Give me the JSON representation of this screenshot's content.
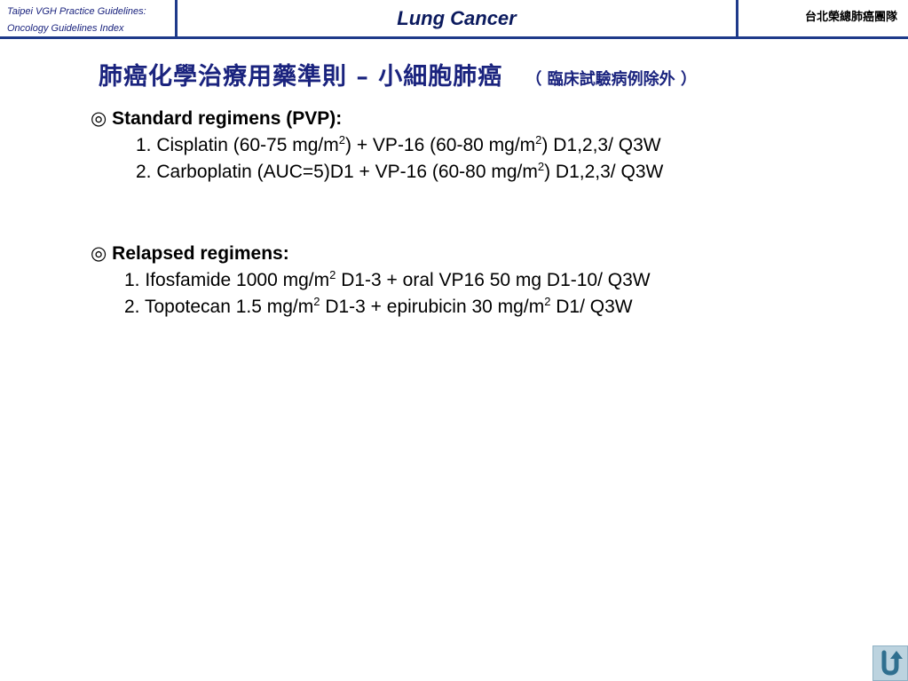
{
  "header": {
    "left_line1": "Taipei VGH Practice Guidelines:",
    "left_line2": "Oncology Guidelines Index",
    "center_title": "Lung Cancer",
    "right_label": "台北榮總肺癌團隊"
  },
  "title": {
    "main": "肺癌化學治療用藥準則 – 小細胞肺癌",
    "note": "（ 臨床試驗病例除外 ）"
  },
  "standard": {
    "heading": "◎ Standard regimens (PVP):",
    "item1": {
      "a": "1.  Cisplatin (60-75 mg/m",
      "sup1": "2",
      "b": ") + VP-16 (60-80 mg/m",
      "sup2": "2",
      "c": ") D1,2,3/ Q3W"
    },
    "item2": {
      "a": "2.  Carboplatin (AUC=5)D1 + VP-16 (60-80 mg/m",
      "sup1": "2",
      "b": ") D1,2,3/ Q3W"
    }
  },
  "relapsed": {
    "heading": "◎ Relapsed regimens:",
    "item1": {
      "a": "1.  Ifosfamide 1000 mg/m",
      "sup1": "2",
      "b": " D1-3 + oral VP16 50 mg D1-10/ Q3W"
    },
    "item2": {
      "a": "2. Topotecan 1.5 mg/m",
      "sup1": "2",
      "b": " D1-3 + epirubicin 30 mg/m",
      "sup2": "2",
      "c": " D1/ Q3W"
    }
  },
  "icons": {
    "return": "return-u-turn-icon"
  },
  "colors": {
    "header_border": "#1e3a8a",
    "title": "#1a237e",
    "button_bg": "#bcd3df"
  }
}
